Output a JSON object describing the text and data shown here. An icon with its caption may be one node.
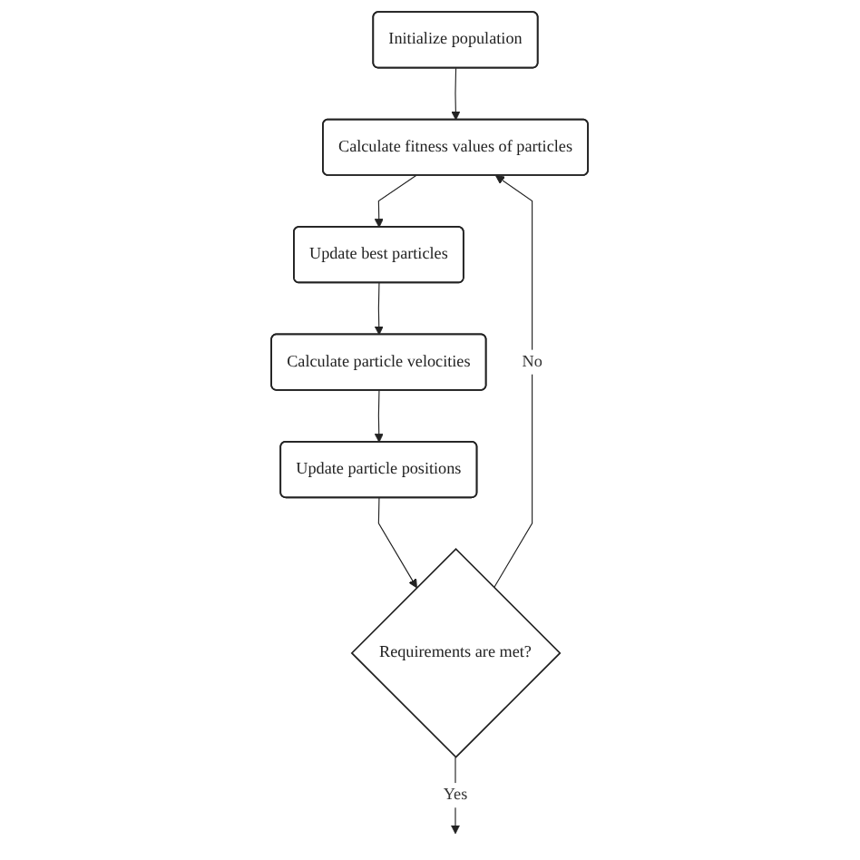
{
  "diagram": {
    "nodes": [
      {
        "text": [
          "Initialize population"
        ]
      },
      {
        "text": [
          "Calculate fitness values of particles"
        ]
      },
      {
        "text": [
          "Update best particles"
        ]
      },
      {
        "text": [
          "Calculate particle velocities"
        ]
      },
      {
        "text": [
          "Update particle positions"
        ]
      },
      {
        "text": [
          "Requirements are met?"
        ]
      }
    ],
    "edges": [
      {
        "from": 0,
        "to": 1,
        "arrow": "to"
      },
      {
        "from": 1,
        "to": 2,
        "arrow": "to"
      },
      {
        "from": 2,
        "to": 3,
        "arrow": "to"
      },
      {
        "from": 3,
        "to": 4,
        "arrow": "to"
      },
      {
        "from": 4,
        "to": 5,
        "arrow": "to"
      },
      {
        "from": 5,
        "to": 1,
        "arrow": "to",
        "label": "No"
      },
      {
        "from": 5,
        "to": null,
        "arrow": "to",
        "label": "Yes"
      }
    ]
  }
}
